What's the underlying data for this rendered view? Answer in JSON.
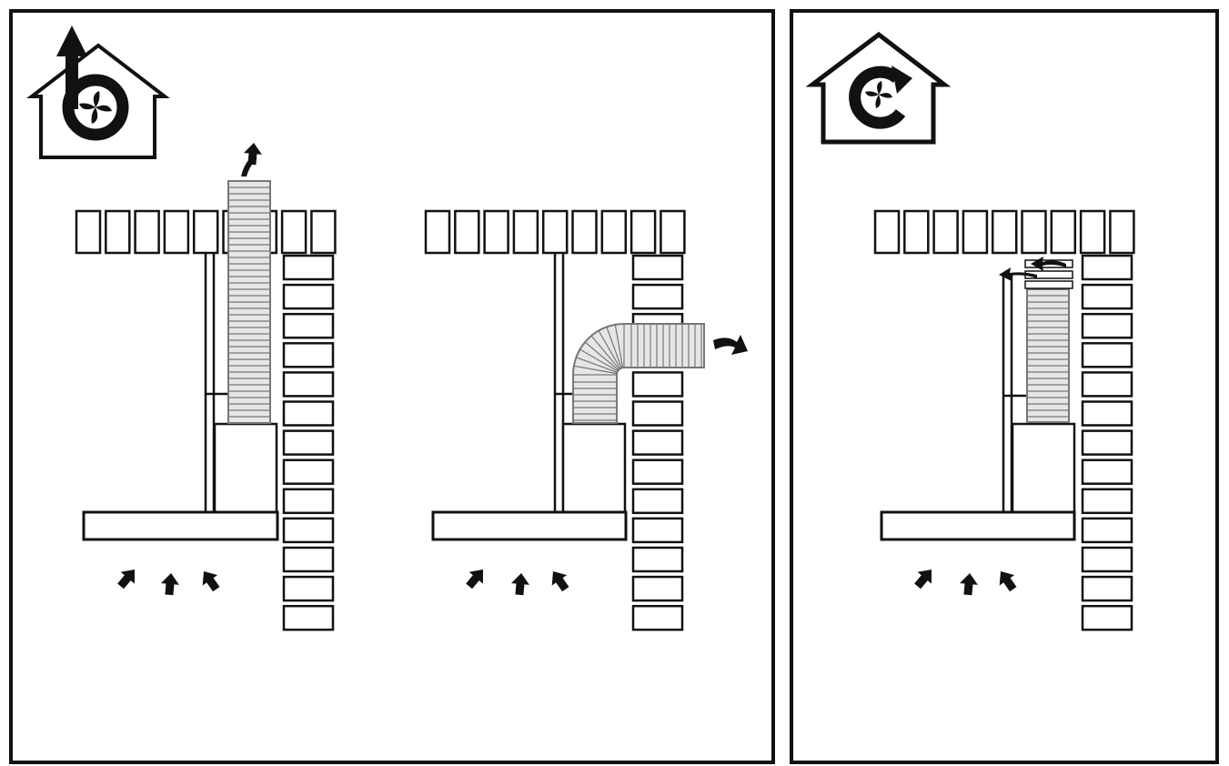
{
  "colors": {
    "ink": "#111111",
    "paper": "#ffffff",
    "duct_fill": "#e6e6e6",
    "duct_line": "#777777"
  },
  "panels": [
    {
      "mode": "extraction",
      "mode_icon": "house-fan-exhaust-icon",
      "installations": [
        {
          "duct": "vertical-through-ceiling",
          "exhaust_direction": "up"
        },
        {
          "duct": "elbow-through-wall",
          "exhaust_direction": "right"
        }
      ]
    },
    {
      "mode": "recirculation",
      "mode_icon": "house-fan-recirculate-icon",
      "installations": [
        {
          "duct": "recirculation-filter-outlet",
          "exhaust_direction": "left"
        }
      ]
    }
  ],
  "intake_arrows_per_installation": 3
}
